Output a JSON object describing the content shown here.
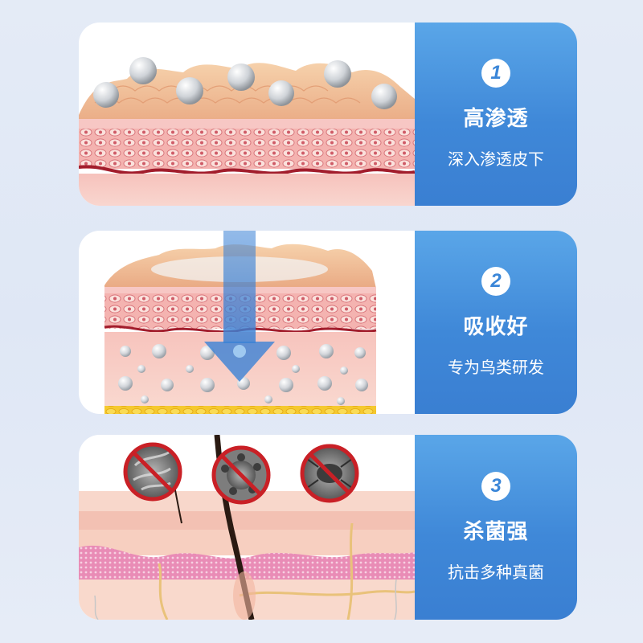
{
  "features": [
    {
      "number": "1",
      "title": "高渗透",
      "subtitle": "深入渗透皮下"
    },
    {
      "number": "2",
      "title": "吸收好",
      "subtitle": "专为鸟类研发"
    },
    {
      "number": "3",
      "title": "杀菌强",
      "subtitle": "抗击多种真菌"
    }
  ],
  "icons": [
    "skin-penetration-illustration",
    "skin-absorption-illustration",
    "antifungal-skin-illustration",
    "no-bacteria-icon",
    "no-virus-icon",
    "no-mite-icon",
    "down-arrow-icon"
  ],
  "colors": {
    "blue_panel": "#3f88d8",
    "background": "#e4ebf6",
    "skin_top": "#f1c79e",
    "skin_pink": "#f2b3b6"
  }
}
